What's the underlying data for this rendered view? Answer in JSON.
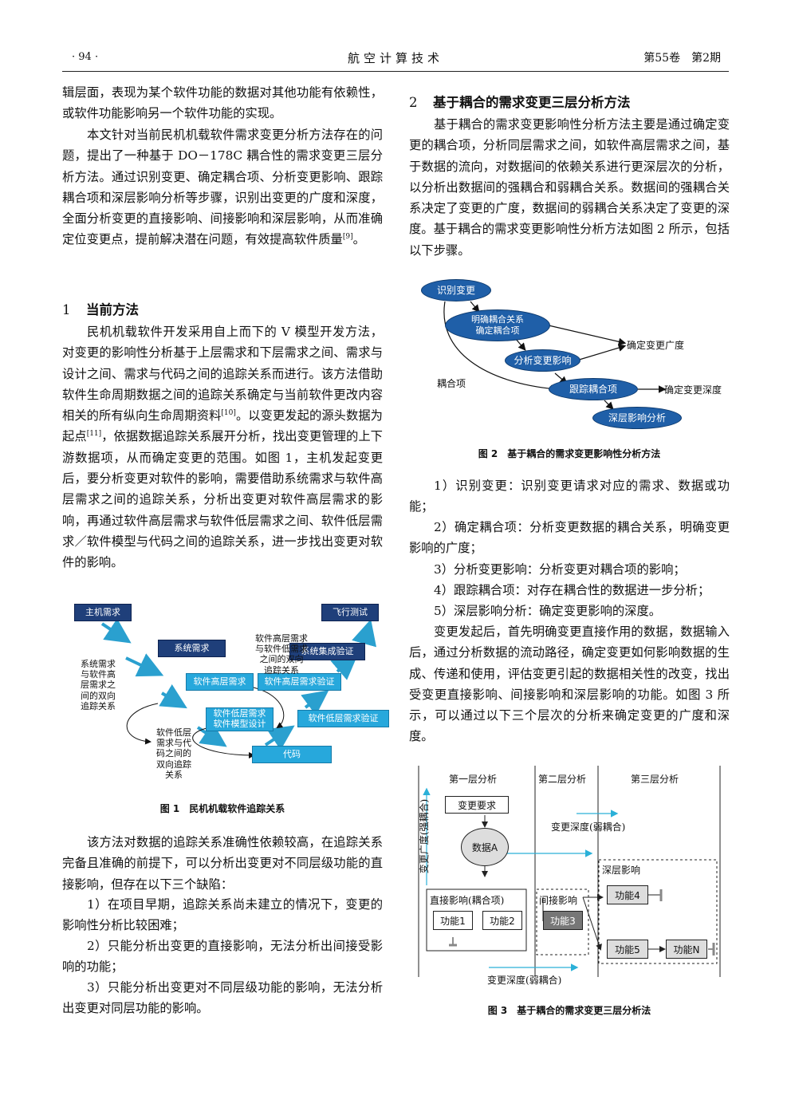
{
  "header": {
    "page": "· 94 ·",
    "journal": "航空计算技术",
    "issue": "第55卷　第2期"
  },
  "left": {
    "p1": "辑层面，表现为某个软件功能的数据对其他功能有依赖性，或软件功能影响另一个软件功能的实现。",
    "p2": "本文针对当前民机机载软件需求变更分析方法存在的问题，提出了一种基于 DO－178C 耦合性的需求变更三层分析方法。通过识别变更、确定耦合项、分析变更影响、跟踪耦合项和深层影响分析等步骤，识别出变更的广度和深度，全面分析变更的直接影响、间接影响和深层影响，从而准确定位变更点，提前解决潜在问题，有效提高软件质量",
    "p2_ref": "[9]",
    "p2_end": "。",
    "sec1_num": "1",
    "sec1_title": "当前方法",
    "p3a": "民机机载软件开发采用自上而下的 V 模型开发方法，对变更的影响性分析基于上层需求和下层需求之间、需求与设计之间、需求与代码之间的追踪关系而进行。该方法借助软件生命周期数据之间的追踪关系确定与当前软件更改内容相关的所有纵向生命周期资料",
    "p3_ref1": "[10]",
    "p3b": "。以变更发起的源头数据为起点",
    "p3_ref2": "[11]",
    "p3c": "，依据数据追踪关系展开分析，找出变更管理的上下游数据项，从而确定变更的范围。如图 1，主机发起变更后，要分析变更对软件的影响，需要借助系统需求与软件高层需求之间的追踪关系，分析出变更对软件高层需求的影响，再通过软件高层需求与软件低层需求之间、软件低层需求／软件模型与代码之间的追踪关系，进一步找出变更对软件的影响。",
    "p4": "该方法对数据的追踪关系准确性依赖较高，在追踪关系完备且准确的前提下，可以分析出变更对不同层级功能的直接影响，但存在以下三个缺陷：",
    "l1": "1）在项目早期，追踪关系尚未建立的情况下，变更的影响性分析比较困难；",
    "l2": "2）只能分析出变更的直接影响，无法分析出间接受影响的功能；",
    "l3": "3）只能分析出变更对不同层级功能的影响，无法分析出变更对同层功能的影响。"
  },
  "fig1": {
    "caption": "图 1　民机机载软件追踪关系",
    "host": "主机需求",
    "flight": "飞行测试",
    "sysreq": "系统需求",
    "sysint": "系统集成验证",
    "hlr": "软件高层需求",
    "hlrv": "软件高层需求验证",
    "llr": "软件低层需求\n软件模型设计",
    "llrv": "软件低层需求验证",
    "code": "代码",
    "note_top": "软件高层需求\n与软件低需求\n之间的双向\n追踪关系",
    "note_left": "系统需求\n与软件高\n层需求之\n间的双向\n追踪关系",
    "note_bottom": "软件低层\n需求与代\n码之间的\n双向追踪\n关系"
  },
  "right": {
    "sec2_num": "2",
    "sec2_title": "基于耦合的需求变更三层分析方法",
    "p1": "基于耦合的需求变更影响性分析方法主要是通过确定变更的耦合项，分析同层需求之间，如软件高层需求之间，基于数据的流向，对数据间的依赖关系进行更深层次的分析，以分析出数据间的强耦合和弱耦合关系。数据间的强耦合关系决定了变更的广度，数据间的弱耦合关系决定了变更的深度。基于耦合的需求变更影响性分析方法如图 2 所示，包括以下步骤。",
    "s1": "1）识别变更：识别变更请求对应的需求、数据或功能；",
    "s2": "2）确定耦合项：分析变更数据的耦合关系，明确变更影响的广度；",
    "s3": "3）分析变更影响：分析变更对耦合项的影响；",
    "s4": "4）跟踪耦合项：对存在耦合性的数据进一步分析；",
    "s5": "5）深层影响分析：确定变更影响的深度。",
    "p2": "变更发起后，首先明确变更直接作用的数据，数据输入后，通过分析数据的流动路径，确定变更如何影响数据的生成、传递和使用，评估变更引起的数据相关性的改变，找出受变更直接影响、间接影响和深层影响的功能。如图 3 所示，可以通过以下三个层次的分析来确定变更的广度和深度。"
  },
  "fig2": {
    "caption": "图 2　基于耦合的需求变更影响性分析方法",
    "identify": "识别变更",
    "clarify": "明确耦合关系\n确定耦合项",
    "analyze": "分析变更影响",
    "track": "跟踪耦合项",
    "deep": "深层影响分析",
    "breadth": "确定变更广度",
    "depth": "确定变更深度",
    "coupling": "耦合项"
  },
  "fig3": {
    "caption": "图 3　基于耦合的需求变更三层分析法",
    "layer1": "第一层分析",
    "layer2": "第二层分析",
    "layer3": "第三层分析",
    "req": "变更要求",
    "dataA": "数据A",
    "breadth_v": "变更广度(强耦合)",
    "depth_top": "变更深度(弱耦合)",
    "depth_bottom": "变更深度(弱耦合)",
    "direct": "直接影响(耦合项)",
    "indirect": "间接影响",
    "deep": "深层影响",
    "f1": "功能1",
    "f2": "功能2",
    "f3": "功能3",
    "f4": "功能4",
    "f5": "功能5",
    "fn": "功能N"
  }
}
